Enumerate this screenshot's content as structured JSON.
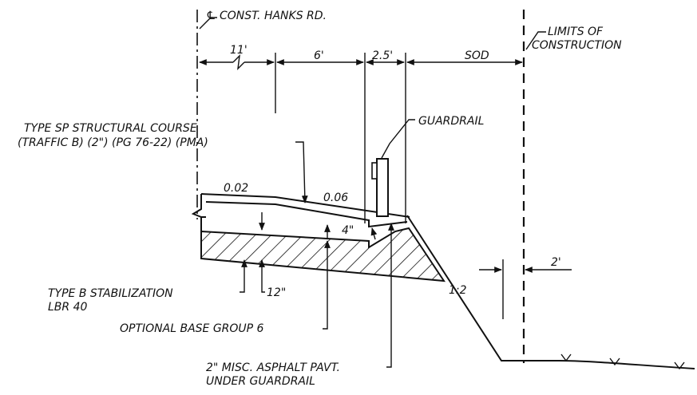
{
  "labels": {
    "centerline": "℄ CONST. HANKS RD.",
    "limits_line1": "LIMITS OF",
    "limits_line2": "CONSTRUCTION",
    "guardrail": "GUARDRAIL",
    "structural_line1": "TYPE SP STRUCTURAL COURSE",
    "structural_line2": "(TRAFFIC B) (2\") (PG 76-22) (PMA)",
    "stabilization_line1": "TYPE B STABILIZATION",
    "stabilization_line2": "LBR 40",
    "optional_base": "OPTIONAL BASE GROUP 6",
    "misc_asphalt_line1": "2\" MISC. ASPHALT PAVT.",
    "misc_asphalt_line2": "UNDER GUARDRAIL"
  },
  "dimensions": {
    "lane": "11'",
    "shoulder": "6'",
    "paved_strip": "2.5'",
    "sod": "SOD",
    "offset": "2'",
    "stabilization_depth": "12\"",
    "asphalt_depth": "4\""
  },
  "slopes": {
    "lane_slope": "0.02",
    "shoulder_slope": "0.06",
    "side_slope": "1:2"
  }
}
